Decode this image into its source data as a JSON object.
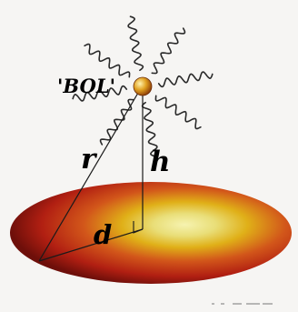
{
  "diagram": {
    "labels": {
      "source": "'BOL'",
      "distance_slant": "r",
      "height": "h",
      "horizontal_distance": "d"
    },
    "colors": {
      "disc_center": "#f4f1a0",
      "disc_mid": "#e0b018",
      "disc_outer": "#b11f12",
      "disc_rim": "#6e0f0a",
      "source_ball": "#e0a020",
      "wavy_rays": "#2a2a2a",
      "lines": "#1a1a1a"
    },
    "wavy_ray_count": 8
  }
}
